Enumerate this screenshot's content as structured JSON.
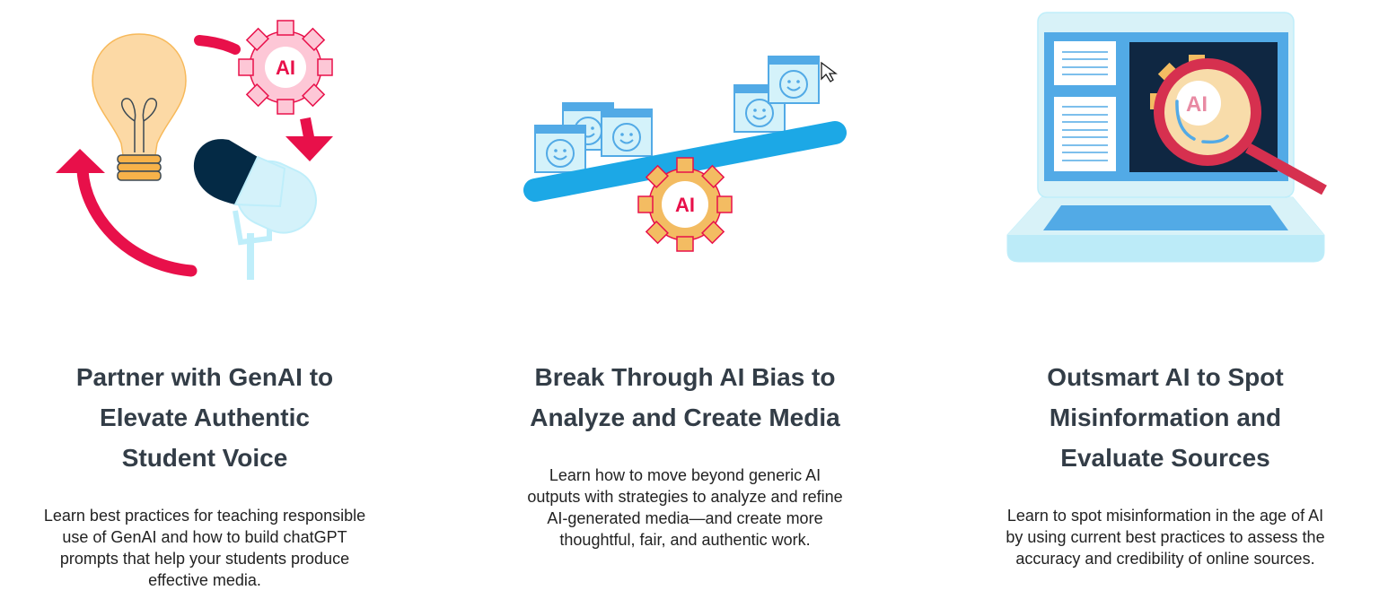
{
  "colors": {
    "accent_red": "#e8104a",
    "blue": "#52aae6",
    "navy": "#0f2742",
    "orange": "#f3bc62",
    "title": "#333d47"
  },
  "cards": [
    {
      "illustration": "lightbulb-gear-microphone",
      "badge": "AI",
      "title": "Partner with GenAI to Elevate Authentic Student Voice",
      "description": "Learn best practices for teaching responsible use of GenAI and how to build chatGPT prompts that help your students produce effective media."
    },
    {
      "illustration": "seesaw-gear-faces",
      "badge": "AI",
      "title": "Break Through AI Bias to Analyze and Create Media",
      "description": "Learn how to move beyond generic AI outputs with strategies to analyze and refine AI-generated media—and create more thoughtful, fair, and authentic work."
    },
    {
      "illustration": "laptop-magnifier-gear",
      "badge": "AI",
      "title": "Outsmart AI to Spot Misinformation and Evaluate Sources",
      "description": "Learn to spot misinformation in the age of AI by using current best practices to assess the accuracy and credibility of online sources."
    }
  ]
}
